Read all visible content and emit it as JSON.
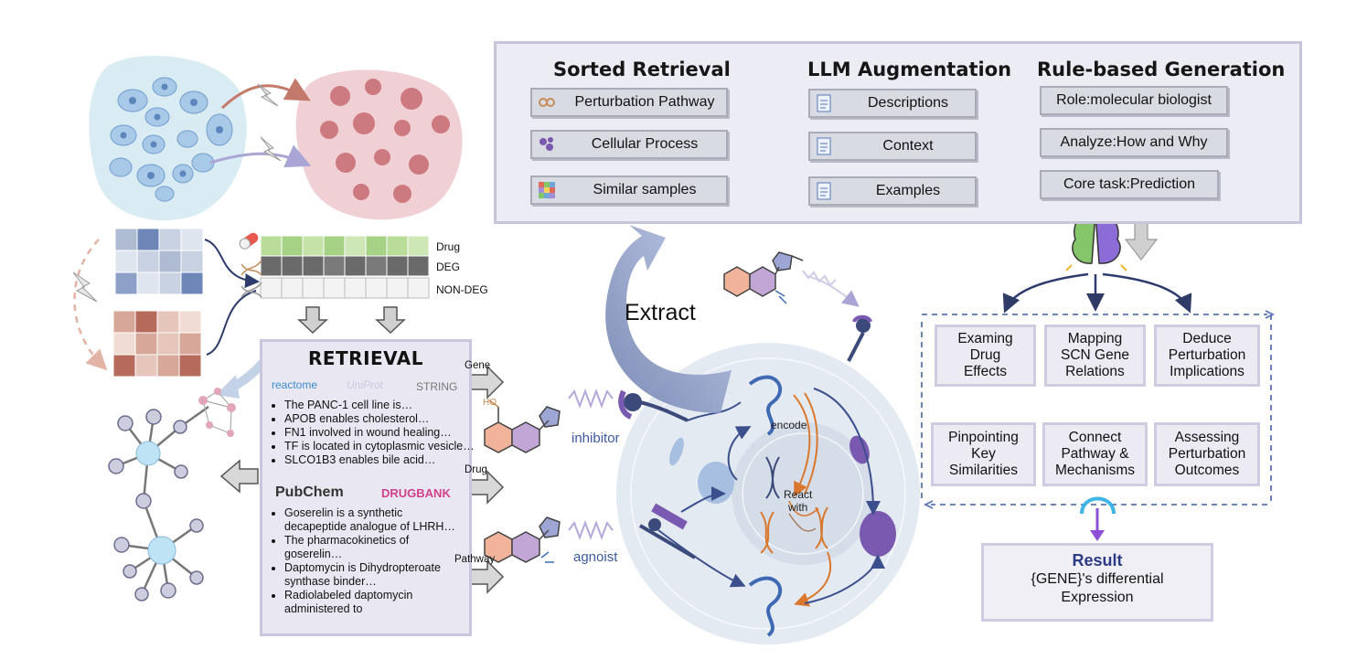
{
  "pipeline": {
    "sorted_retrieval": {
      "title": "Sorted Retrieval",
      "items": [
        "Perturbation Pathway",
        "Cellular Process",
        "Similar samples"
      ]
    },
    "llm_augmentation": {
      "title": "LLM Augmentation",
      "items": [
        "Descriptions",
        "Context",
        "Examples"
      ]
    },
    "rule_based_generation": {
      "title": "Rule-based Generation",
      "items": [
        "Role:molecular biologist",
        "Analyze:How and Why",
        "Core task:Prediction"
      ]
    }
  },
  "matrix_labels": [
    "Drug",
    "DEG",
    "NON-DEG"
  ],
  "retrieval": {
    "title": "RETRIEVAL",
    "sources_gene": [
      "reactome",
      "UniProt",
      "STRING"
    ],
    "gene_facts": [
      "The PANC-1 cell line is…",
      "APOB enables cholesterol…",
      "FN1 involved in wound healing…",
      "TF is located in cytoplasmic vesicle…",
      "SLCO1B3 enables bile acid…"
    ],
    "sources_drug": [
      "PubChem",
      "DRUGBANK"
    ],
    "drug_facts": [
      "Goserelin is a synthetic decapeptide analogue of LHRH…",
      "The pharmacokinetics of goserelin…",
      "Daptomycin is Dihydropteroate synthase binder…",
      "Radiolabeled daptomycin administered to"
    ],
    "arrows": [
      "Gene",
      "Drug",
      "Pathway"
    ]
  },
  "cell": {
    "extract_label": "Extract",
    "inhibitor_label": "inhibitor",
    "agonist_label": "agnoist",
    "encode_label": "encode",
    "react_label_1": "React",
    "react_label_2": "with"
  },
  "tasks": [
    [
      "Examing",
      "Drug",
      "Effects"
    ],
    [
      "Mapping",
      "SCN Gene",
      "Relations"
    ],
    [
      "Deduce",
      "Perturbation",
      "Implications"
    ],
    [
      "Pinpointing",
      "Key",
      "Similarities"
    ],
    [
      "Connect",
      "Pathway &",
      "Mechanisms"
    ],
    [
      "Assessing",
      "Perturbation",
      "Outcomes"
    ]
  ],
  "result": {
    "title": "Result",
    "line1": "{GENE}'s differential",
    "line2": "Expression"
  },
  "colors": {
    "panel_bg": "#ececf4",
    "panel_border": "#c7c5d9",
    "accent_navy": "#2d3b86",
    "orange": "#d9782d",
    "purple": "#8c4fd6"
  }
}
